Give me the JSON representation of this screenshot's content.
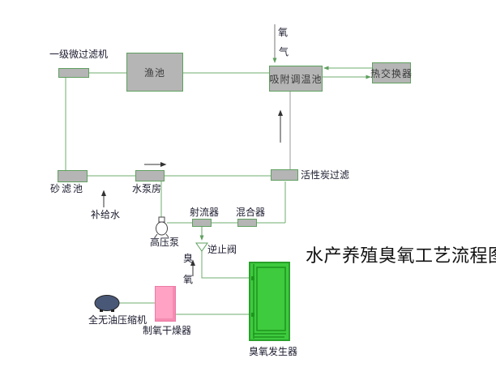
{
  "title": "水产养殖臭氧工艺流程图",
  "nodes": {
    "micro_filter": {
      "label": "一级微过滤机"
    },
    "fish_pond": {
      "label": "渔池"
    },
    "adsorption_pool": {
      "label": "吸附调温池"
    },
    "heat_exchanger": {
      "label": "热交换器"
    },
    "sand_filter": {
      "label": "砂滤池"
    },
    "pump_house": {
      "label": "水泵房"
    },
    "makeup_water": {
      "label": "补给水"
    },
    "carbon_filter": {
      "label": "活性炭过滤"
    },
    "jet_device": {
      "label": "射流器"
    },
    "mixer": {
      "label": "混合器"
    },
    "high_pressure_pump": {
      "label": "高压泵"
    },
    "check_valve": {
      "label": "逆止阀"
    },
    "compressor": {
      "label": "全无油压缩机"
    },
    "oxygen_dryer": {
      "label": "制氧干燥器"
    },
    "ozone_generator": {
      "label": "臭氧发生器"
    },
    "oxygen_gas": {
      "label": "氧气",
      "char1": "氧",
      "char2": "气"
    },
    "ozone_gas": {
      "label": "臭氧",
      "char1": "臭",
      "char2": "氧"
    }
  },
  "colors": {
    "background": "#ffffff",
    "line_green": "#6fae6f",
    "line_gray": "#999999",
    "arrow_black": "#333333",
    "box_fill": "#b5b5b5",
    "box_border": "#5fa05f",
    "dryer_pink": "#ffa2c4",
    "generator_green": "#3ecb3e",
    "generator_dark_green": "#1f941f",
    "compressor_blue": "#4a5878",
    "label_text": "#1b1b2f",
    "title_text": "#111111"
  }
}
